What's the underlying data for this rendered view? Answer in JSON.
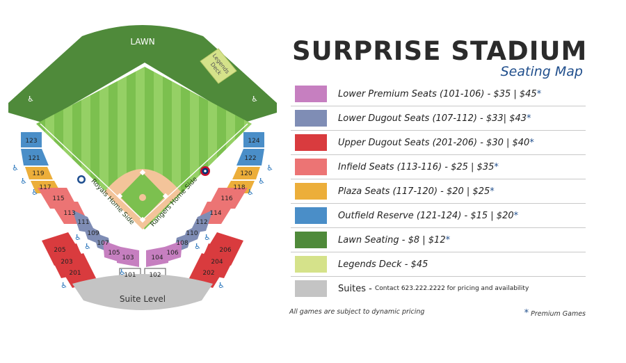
{
  "title": "SURPRISE STADIUM",
  "subtitle": "Seating Map",
  "colors": {
    "lower_premium": "#c67fc0",
    "lower_dugout": "#7f8db5",
    "upper_dugout": "#d93b3e",
    "infield": "#ec7474",
    "plaza": "#ecae3a",
    "outfield_reserve": "#4a8ec8",
    "lawn": "#4f8a3a",
    "legends_deck": "#d5e28a",
    "suites": "#c4c4c4",
    "accent": "#1f4e8c"
  },
  "legend": [
    {
      "label": "Lower Premium Seats (101-106) - $35 | $45",
      "star": "*"
    },
    {
      "label": "Lower Dugout Seats (107-112) - $33| $43",
      "star": "*"
    },
    {
      "label": "Upper Dugout Seats (201-206) - $30 | $40",
      "star": "*"
    },
    {
      "label": "Infield Seats (113-116) - $25 | $35",
      "star": "*"
    },
    {
      "label": "Plaza Seats (117-120) - $20 | $25",
      "star": "*"
    },
    {
      "label": "Outfield Reserve (121-124) - $15 | $20",
      "star": "*"
    },
    {
      "label": "Lawn Seating - $8 | $12",
      "star": "*"
    },
    {
      "label": "Legends Deck - $45",
      "star": ""
    }
  ],
  "suites": {
    "label": "Suites",
    "sep": " - ",
    "note": "Contact 623.222.2222 for pricing and availability"
  },
  "footnote": "All games are subject to dynamic pricing",
  "premium_note": {
    "star": "*",
    "label": "Premium Games"
  },
  "map": {
    "lawn_label": "LAWN",
    "legends_deck_lines": [
      "Legends",
      "Deck"
    ],
    "royals_label": "Royals Home Side",
    "rangers_label": "Rangers Home Side",
    "suite_level_label": "Suite Level",
    "wheelchair_symbol": "♿",
    "sections": {
      "s101": "101",
      "s102": "102",
      "s103": "103",
      "s104": "104",
      "s105": "105",
      "s106": "106",
      "s107": "107",
      "s108": "108",
      "s109": "109",
      "s110": "110",
      "s111": "111",
      "s112": "112",
      "s113": "113",
      "s114": "114",
      "s115": "115",
      "s116": "116",
      "s117": "117",
      "s118": "118",
      "s119": "119",
      "s120": "120",
      "s121": "121",
      "s122": "122",
      "s123": "123",
      "s124": "124",
      "s201": "201",
      "s202": "202",
      "s203": "203",
      "s204": "204",
      "s205": "205",
      "s206": "206"
    }
  }
}
